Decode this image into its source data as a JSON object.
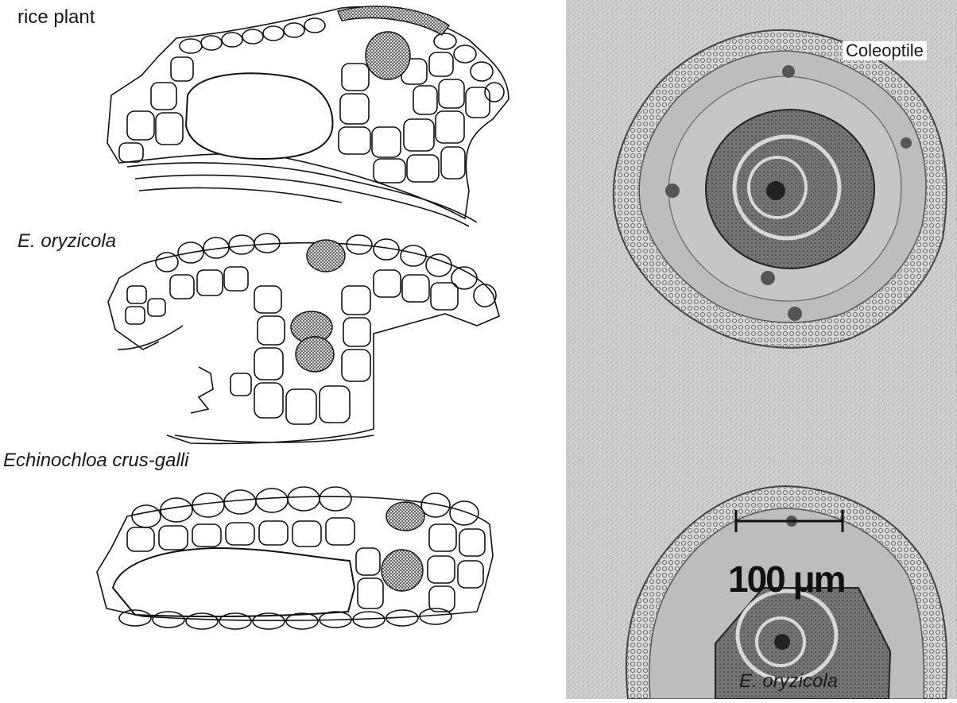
{
  "labels": {
    "rice_plant": "rice plant",
    "e_oryzicola_left": "E. oryzicola",
    "echinochloa": "Echinochloa crus-galli",
    "coleoptile": "Coleoptile",
    "scale": "100 μm",
    "e_oryzicola_right": "E. oryzicola"
  },
  "colors": {
    "ink": "#1a1a1a",
    "paper": "#ffffff",
    "micrograph_bg": "#c9c9c9"
  }
}
